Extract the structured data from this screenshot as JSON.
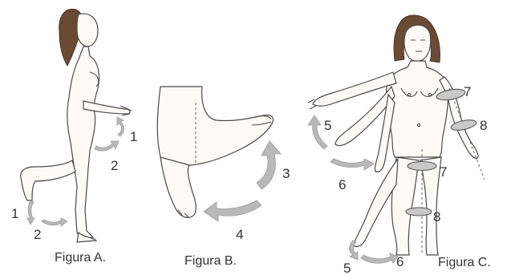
{
  "figure_a": {
    "caption": "Figura A.",
    "labels": {
      "n1_upper": "1",
      "n2_upper": "2",
      "n1_lower": "1",
      "n2_lower": "2"
    }
  },
  "figure_b": {
    "caption": "Figura B.",
    "labels": {
      "n3": "3",
      "n4": "4"
    }
  },
  "figure_c": {
    "caption": "Figura C.",
    "labels": {
      "n5_upper": "5",
      "n6_upper": "6",
      "n7_upper": "7",
      "n8_upper": "8",
      "n7_lower": "7",
      "n8_lower": "8",
      "n5_lower": "5",
      "n6_lower": "6"
    }
  },
  "colors": {
    "arrow": "#b9b9b9",
    "outline": "#4a4a4a",
    "hair": "#6b4a33",
    "text": "#333333"
  }
}
